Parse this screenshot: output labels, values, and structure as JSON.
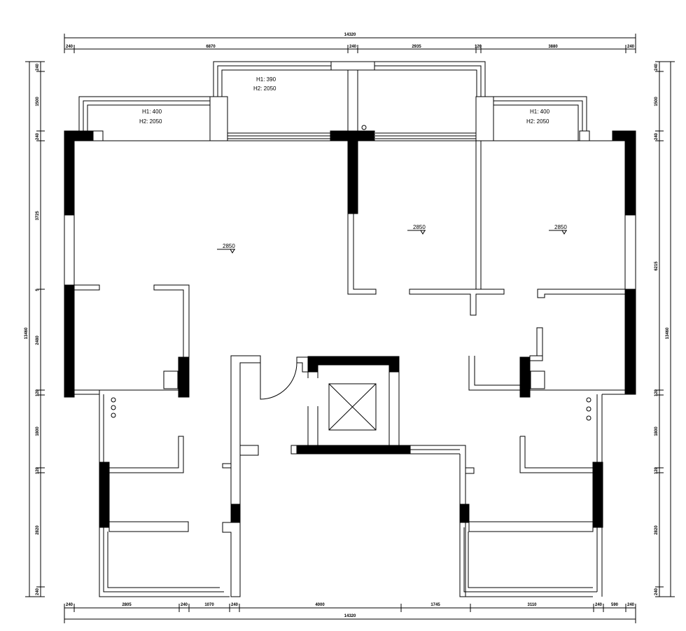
{
  "dimensions": {
    "top_total": "14320",
    "top": [
      "240",
      "6870",
      "240",
      "2935",
      "120",
      "3880",
      "240"
    ],
    "bottom_total": "14320",
    "bottom": [
      "240",
      "2805",
      "240",
      "1070",
      "240",
      "4000",
      "1745",
      "3110",
      "240",
      "590",
      "240"
    ],
    "left_total": "13460",
    "left": [
      "240",
      "1500",
      "240",
      "3725",
      "5",
      "2480",
      "120",
      "1800",
      "120",
      "2820",
      "240"
    ],
    "right_total": "13460",
    "right": [
      "240",
      "1500",
      "240",
      "6215",
      "120",
      "1800",
      "120",
      "2820",
      "240"
    ]
  },
  "windows": [
    {
      "h1": "H1: 400",
      "h2": "H2: 2050"
    },
    {
      "h1": "H1: 390",
      "h2": "H2: 2050"
    },
    {
      "h1": "H1: 400",
      "h2": "H2: 2050"
    }
  ],
  "elevations": [
    "2850",
    "2850",
    "2850"
  ]
}
